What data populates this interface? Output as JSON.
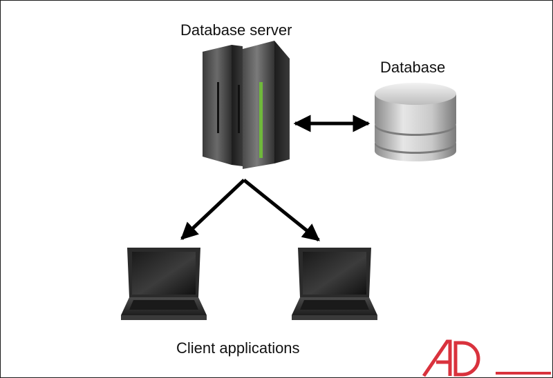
{
  "diagram": {
    "server_label": "Database server",
    "database_label": "Database",
    "clients_label": "Client applications"
  },
  "nodes": [
    {
      "id": "server",
      "icon": "server-tower-icon"
    },
    {
      "id": "database",
      "icon": "database-cylinder-icon"
    },
    {
      "id": "client-1",
      "icon": "laptop-icon"
    },
    {
      "id": "client-2",
      "icon": "laptop-icon"
    }
  ],
  "edges": [
    {
      "from": "server",
      "to": "database",
      "direction": "both"
    },
    {
      "from": "server",
      "to": "client-1",
      "direction": "forward"
    },
    {
      "from": "server",
      "to": "client-2",
      "direction": "forward"
    }
  ],
  "logo": {
    "text": "AD",
    "color": "#d9323d"
  },
  "colors": {
    "arrow": "#000000",
    "server_stripe": "#6fb83c",
    "laptop_body": "#2b2b2b"
  }
}
